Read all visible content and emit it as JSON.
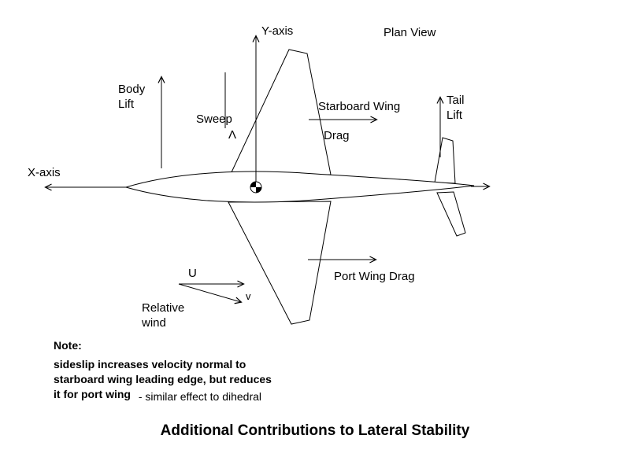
{
  "title": "Additional Contributions to Lateral Stability",
  "labels": {
    "plan_view": "Plan View",
    "y_axis": "Y-axis",
    "x_axis": "X-axis",
    "body_lift": {
      "line1": "Body",
      "line2": "Lift"
    },
    "sweep": {
      "text": "Sweep",
      "symbol": "Λ"
    },
    "starboard_wing": {
      "line1": "Starboard Wing",
      "line2": "Drag"
    },
    "tail_lift": {
      "line1": "Tail",
      "line2": "Lift"
    },
    "port_wing_drag": "Port Wing Drag",
    "velocity_triangle": {
      "u": "U",
      "v": "v",
      "relative_wind_line1": "Relative",
      "relative_wind_line2": "wind"
    }
  },
  "note": {
    "heading": "Note:",
    "line1": "sideslip increases velocity normal to",
    "line2": "starboard wing leading edge, but reduces",
    "line3": "it for port wing",
    "line3_suffix": "- similar effect to dihedral"
  },
  "colors": {
    "line": "#000000",
    "background": "#ffffff"
  }
}
